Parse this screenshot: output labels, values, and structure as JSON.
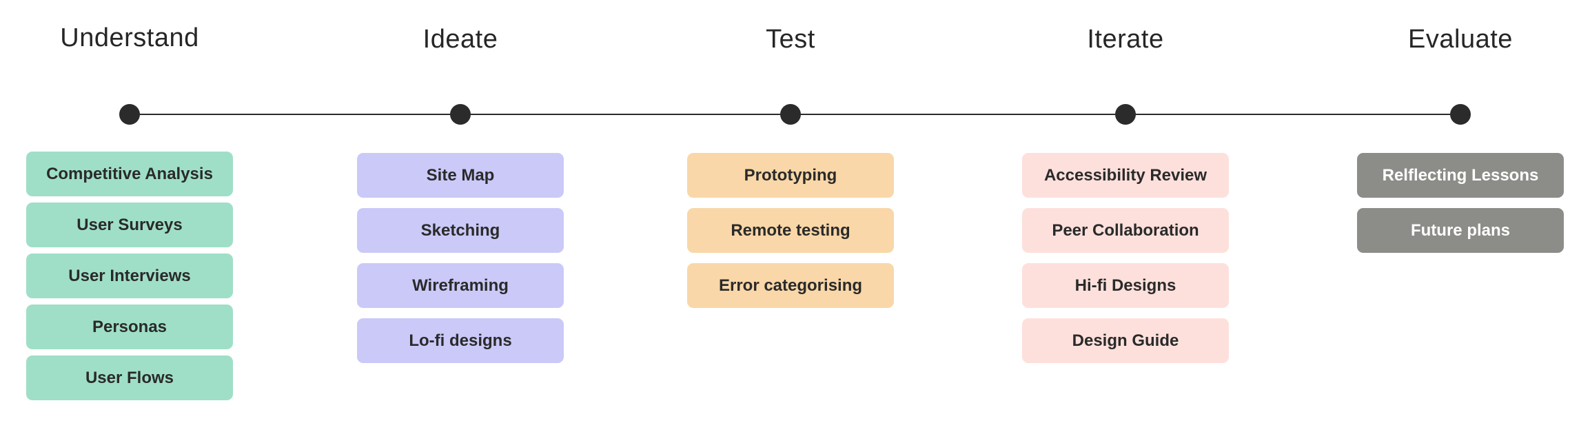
{
  "stages": [
    {
      "title": "Understand",
      "color": "#9fdfc8",
      "text_color": "#2a2a2a",
      "items": [
        "Competitive Analysis",
        "User Surveys",
        "User Interviews",
        "Personas",
        "User Flows"
      ]
    },
    {
      "title": "Ideate",
      "color": "#cbc9f8",
      "text_color": "#2a2a2a",
      "items": [
        "Site Map",
        "Sketching",
        "Wireframing",
        "Lo-fi designs"
      ]
    },
    {
      "title": "Test",
      "color": "#f9d7a8",
      "text_color": "#2a2a2a",
      "items": [
        "Prototyping",
        "Remote testing",
        "Error categorising"
      ]
    },
    {
      "title": "Iterate",
      "color": "#fde0dc",
      "text_color": "#2a2a2a",
      "items": [
        "Accessibility Review",
        "Peer Collaboration",
        "Hi-fi Designs",
        "Design Guide"
      ]
    },
    {
      "title": "Evaluate",
      "color": "#8c8c88",
      "text_color": "#ffffff",
      "items": [
        "Relflecting Lessons",
        "Future plans"
      ]
    }
  ]
}
